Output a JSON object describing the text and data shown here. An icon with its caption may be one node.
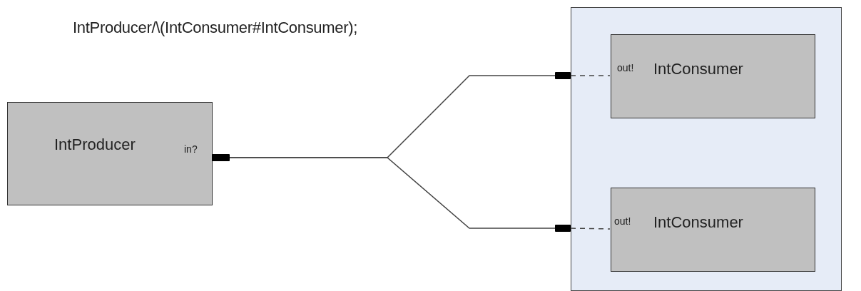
{
  "diagram": {
    "title": "IntProducer/\\(IntConsumer#IntConsumer);",
    "nodes": [
      {
        "text": [],
        "shape": "box"
      },
      {
        "text": [
          "IntProducer",
          "in?"
        ]
      },
      {
        "text": [
          "out!",
          "IntConsumer"
        ],
        "in": 0
      },
      {
        "text": [
          "out!",
          "IntConsumer"
        ],
        "in": 0
      },
      {
        "text": [],
        "shape": "bar"
      },
      {
        "text": [],
        "shape": "bar"
      },
      {
        "text": [],
        "shape": "bar"
      }
    ],
    "edges": [
      {
        "from": 4,
        "to": 5,
        "arrow": "none"
      },
      {
        "from": 4,
        "to": 6,
        "arrow": "none"
      },
      {
        "from": 5,
        "to": 2,
        "arrow": "none",
        "style": "dashed"
      },
      {
        "from": 6,
        "to": 3,
        "arrow": "none",
        "style": "dashed"
      }
    ]
  }
}
